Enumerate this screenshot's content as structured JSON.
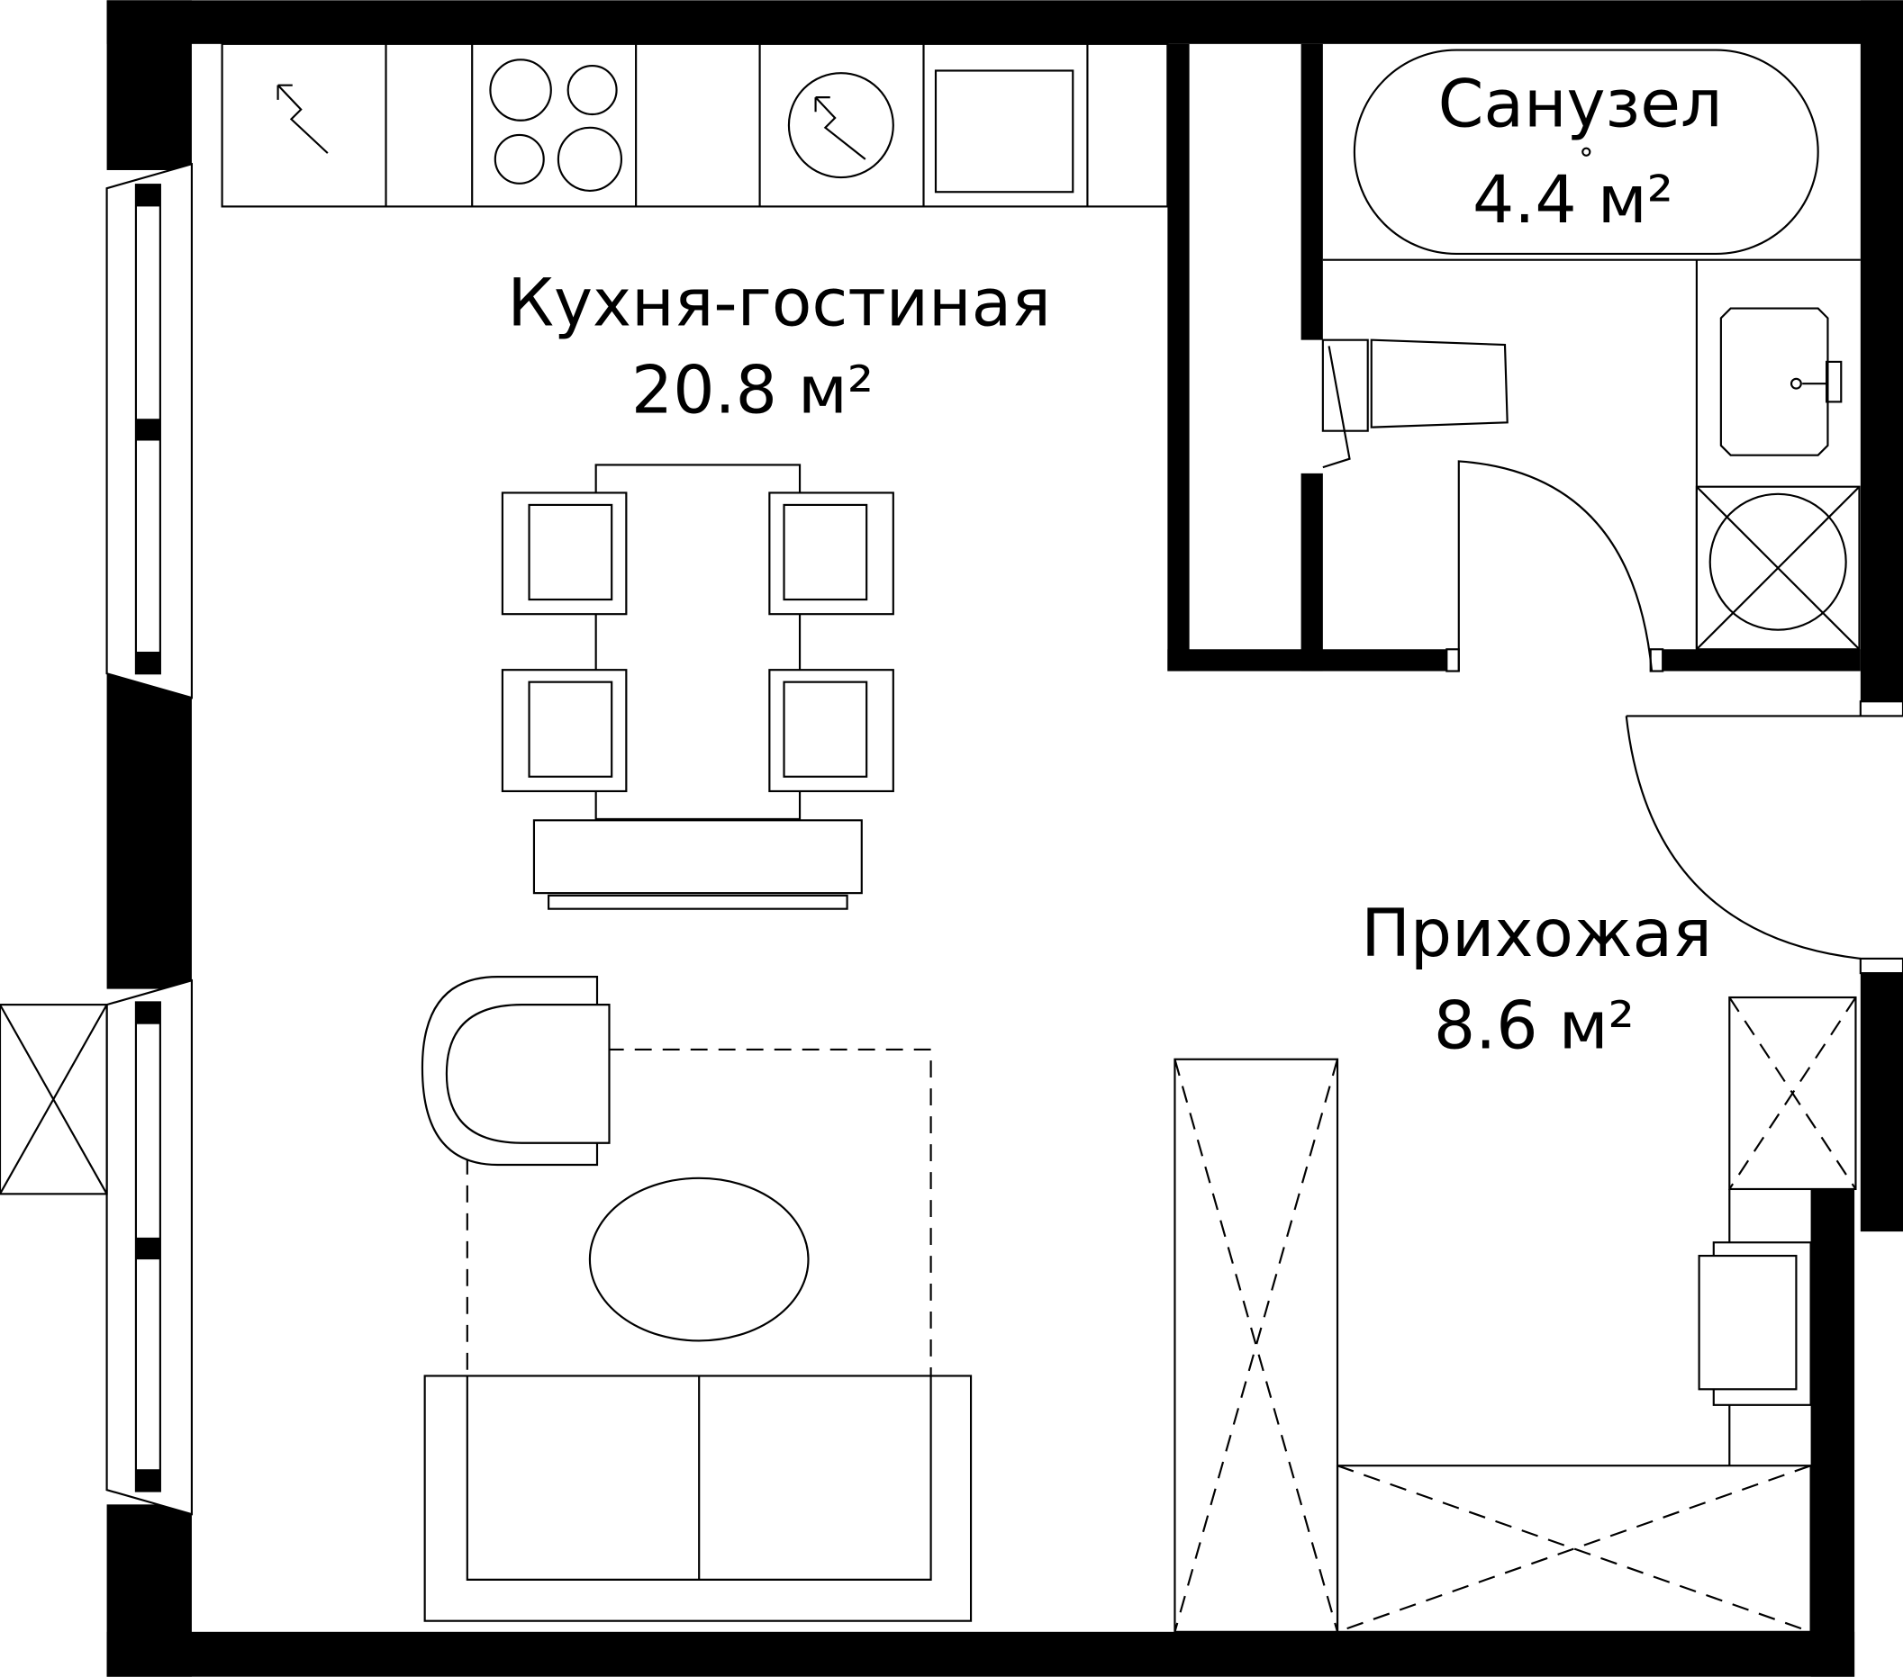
{
  "rooms": {
    "kitchen_living": {
      "name": "Кухня-гостиная",
      "area": "20.8 м²"
    },
    "bathroom": {
      "name": "Санузел",
      "area": "4.4 м²"
    },
    "hallway": {
      "name": "Прихожая",
      "area": "8.6 м²"
    }
  },
  "colors": {
    "wall": "#000000",
    "background": "#ffffff"
  }
}
